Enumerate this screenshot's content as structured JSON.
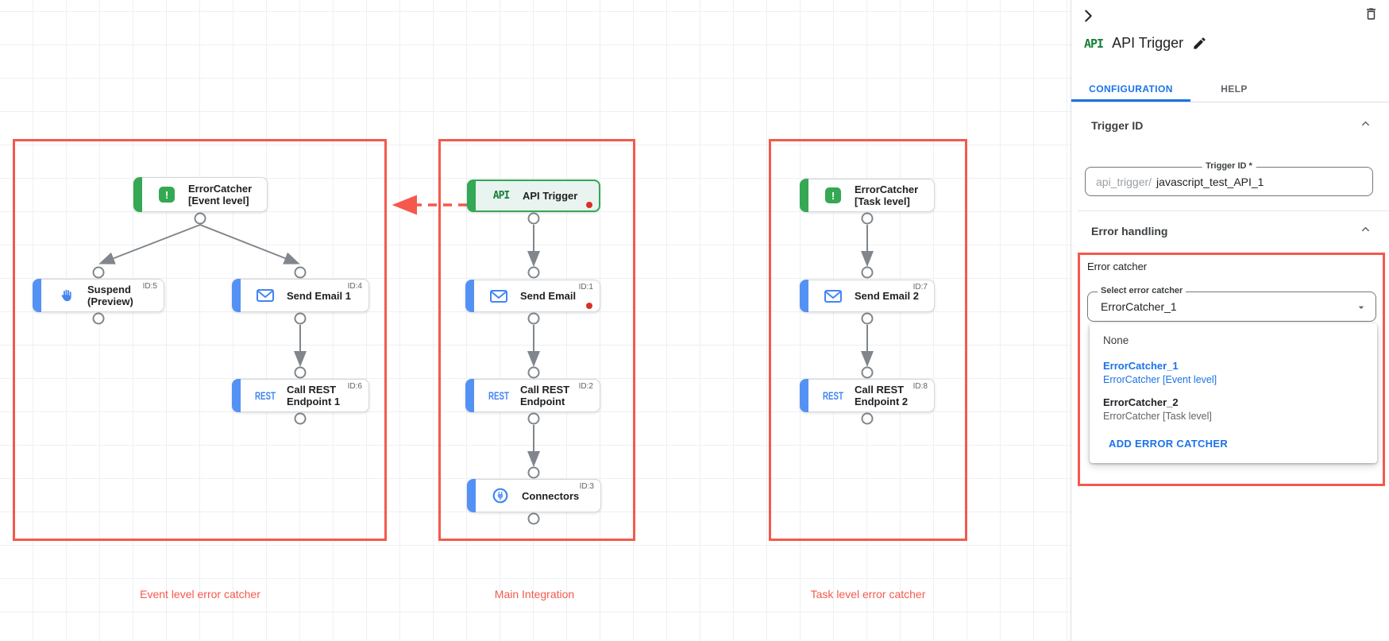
{
  "colors": {
    "accent_blue": "#1a73e8",
    "node_blue": "#4285f4",
    "green": "#34a853",
    "box_red": "#f4594c",
    "dot_red": "#d93025"
  },
  "logos": {
    "api": "API",
    "rest": "REST",
    "error": "!"
  },
  "canvas": {
    "groups": [
      {
        "label": "Event level error catcher"
      },
      {
        "label": "Main Integration"
      },
      {
        "label": "Task level error catcher"
      }
    ],
    "nodes": [
      {
        "line1": "ErrorCatcher",
        "line2": "[Event level]",
        "id": ""
      },
      {
        "line1": "Suspend",
        "line2": "(Preview)",
        "id": "ID:5"
      },
      {
        "line1": "Send Email 1",
        "line2": "",
        "id": "ID:4"
      },
      {
        "line1": "Call REST",
        "line2": "Endpoint 1",
        "id": "ID:6"
      },
      {
        "line1": "API Trigger",
        "line2": "",
        "id": ""
      },
      {
        "line1": "Send Email",
        "line2": "",
        "id": "ID:1"
      },
      {
        "line1": "Call REST",
        "line2": "Endpoint",
        "id": "ID:2"
      },
      {
        "line1": "Connectors",
        "line2": "",
        "id": "ID:3"
      },
      {
        "line1": "ErrorCatcher",
        "line2": "[Task level]",
        "id": ""
      },
      {
        "line1": "Send Email 2",
        "line2": "",
        "id": "ID:7"
      },
      {
        "line1": "Call REST",
        "line2": "Endpoint 2",
        "id": "ID:8"
      }
    ]
  },
  "panel": {
    "title": "API Trigger",
    "tabs": [
      "CONFIGURATION",
      "HELP"
    ],
    "trigger_id": {
      "heading": "Trigger ID",
      "field_label": "Trigger ID *",
      "prefix": "api_trigger/",
      "value": "javascript_test_API_1"
    },
    "error_handling": {
      "heading": "Error handling",
      "group_label": "Error catcher",
      "select_label": "Select error catcher",
      "select_value": "ErrorCatcher_1",
      "options": [
        {
          "title": "None",
          "subtitle": ""
        },
        {
          "title": "ErrorCatcher_1",
          "subtitle": "ErrorCatcher [Event level]"
        },
        {
          "title": "ErrorCatcher_2",
          "subtitle": "ErrorCatcher [Task level]"
        }
      ],
      "add_button": "ADD ERROR CATCHER"
    }
  }
}
